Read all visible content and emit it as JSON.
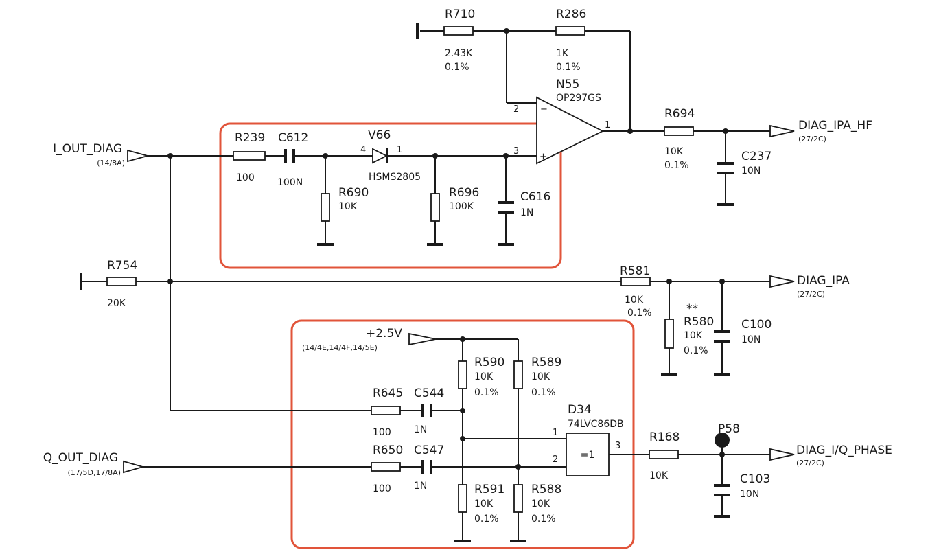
{
  "components": {
    "R710": {
      "ref": "R710",
      "value": "2.43K",
      "tol": "0.1%"
    },
    "R286": {
      "ref": "R286",
      "value": "1K",
      "tol": "0.1%"
    },
    "N55": {
      "ref": "N55",
      "part": "OP297GS",
      "pin_inv": "2",
      "pin_noninv": "3",
      "pin_out": "1",
      "minus": "−",
      "plus": "+"
    },
    "R694": {
      "ref": "R694",
      "value": "10K",
      "tol": "0.1%"
    },
    "C237": {
      "ref": "C237",
      "value": "10N"
    },
    "R239": {
      "ref": "R239",
      "value": "100"
    },
    "C612": {
      "ref": "C612",
      "value": "100N"
    },
    "V66": {
      "ref": "V66",
      "part": "HSMS2805",
      "pin_a": "4",
      "pin_k": "1"
    },
    "R690": {
      "ref": "R690",
      "value": "10K"
    },
    "R696": {
      "ref": "R696",
      "value": "100K"
    },
    "C616": {
      "ref": "C616",
      "value": "1N"
    },
    "R754": {
      "ref": "R754",
      "value": "20K"
    },
    "R581": {
      "ref": "R581",
      "value": "10K",
      "tol": "0.1%"
    },
    "R580": {
      "ref": "R580",
      "value": "10K",
      "tol": "0.1%",
      "note": "**"
    },
    "C100": {
      "ref": "C100",
      "value": "10N"
    },
    "R590": {
      "ref": "R590",
      "value": "10K",
      "tol": "0.1%"
    },
    "R589": {
      "ref": "R589",
      "value": "10K",
      "tol": "0.1%"
    },
    "R645": {
      "ref": "R645",
      "value": "100"
    },
    "C544": {
      "ref": "C544",
      "value": "1N"
    },
    "R650": {
      "ref": "R650",
      "value": "100"
    },
    "C547": {
      "ref": "C547",
      "value": "1N"
    },
    "R591": {
      "ref": "R591",
      "value": "10K",
      "tol": "0.1%"
    },
    "R588": {
      "ref": "R588",
      "value": "10K",
      "tol": "0.1%"
    },
    "D34": {
      "ref": "D34",
      "part": "74LVC86DB",
      "func": "=1",
      "pin_in1": "1",
      "pin_in2": "2",
      "pin_out": "3"
    },
    "R168": {
      "ref": "R168",
      "value": "10K"
    },
    "P58": {
      "ref": "P58"
    },
    "C103": {
      "ref": "C103",
      "value": "10N"
    }
  },
  "ports": {
    "i_out_diag": {
      "name": "I_OUT_DIAG",
      "ref": "(14/8A)"
    },
    "q_out_diag": {
      "name": "Q_OUT_DIAG",
      "ref": "(17/5D,17/8A)"
    },
    "diag_ipa_hf": {
      "name": "DIAG_IPA_HF",
      "ref": "(27/2C)"
    },
    "diag_ipa": {
      "name": "DIAG_IPA",
      "ref": "(27/2C)"
    },
    "diag_iq_phase": {
      "name": "DIAG_I/Q_PHASE",
      "ref": "(27/2C)"
    },
    "v25": {
      "name": "+2.5V",
      "ref": "(14/4E,14/4F,14/5E)"
    }
  },
  "colors": {
    "highlight": "#e1543a",
    "ink": "#1a1a1a",
    "background": "#ffffff"
  }
}
